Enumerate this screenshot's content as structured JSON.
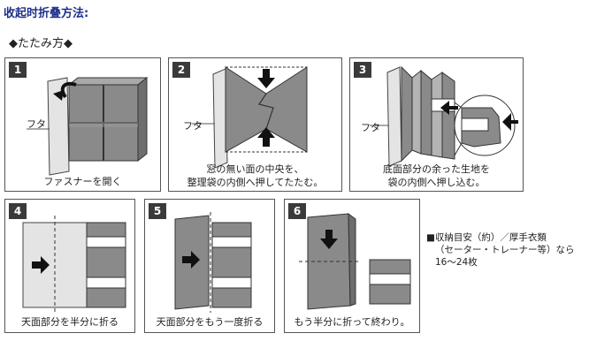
{
  "header": {
    "title": "收起时折叠方法:"
  },
  "section": {
    "subtitle": "◆たたみ方◆"
  },
  "steps": [
    {
      "num": "1",
      "flap_label": "フタ",
      "caption": "ファスナーを開く"
    },
    {
      "num": "2",
      "flap_label": "フタ",
      "caption_line1": "窓の無い面の中央を、",
      "caption_line2": "整理袋の内側へ押してたたむ。"
    },
    {
      "num": "3",
      "flap_label": "フタ",
      "caption_line1": "底面部分の余った生地を",
      "caption_line2": "袋の内側へ押し込む。"
    },
    {
      "num": "4",
      "caption": "天面部分を半分に折る"
    },
    {
      "num": "5",
      "caption": "天面部分をもう一度折る"
    },
    {
      "num": "6",
      "caption": "もう半分に折って終わり。"
    }
  ],
  "note": {
    "line1": "■収納目安（約）／厚手衣類",
    "line2": "（セーター・トレーナー等）なら",
    "line3": "16〜24枚"
  }
}
